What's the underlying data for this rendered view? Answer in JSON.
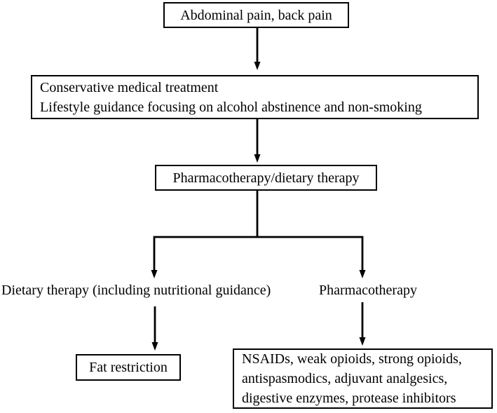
{
  "diagram": {
    "type": "flowchart",
    "colors": {
      "background": "#ffffff",
      "line": "#000000",
      "text": "#000000",
      "box_border": "#000000"
    },
    "nodes": {
      "symptoms": {
        "label": "Abdominal pain, back pain"
      },
      "conservative": {
        "line1": "Conservative medical treatment",
        "line2": "Lifestyle guidance focusing on alcohol abstinence and non-smoking"
      },
      "pharma_dietary": {
        "label": "Pharmacotherapy/dietary therapy"
      },
      "dietary_branch": {
        "label": "Dietary therapy (including nutritional guidance)"
      },
      "pharma_branch": {
        "label": "Pharmacotherapy"
      },
      "fat_restriction": {
        "label": "Fat restriction"
      },
      "nsaids": {
        "line1": "NSAIDs, weak opioids, strong opioids,",
        "line2": "antispasmodics, adjuvant analgesics,",
        "line3": "digestive enzymes, protease inhibitors"
      }
    }
  }
}
